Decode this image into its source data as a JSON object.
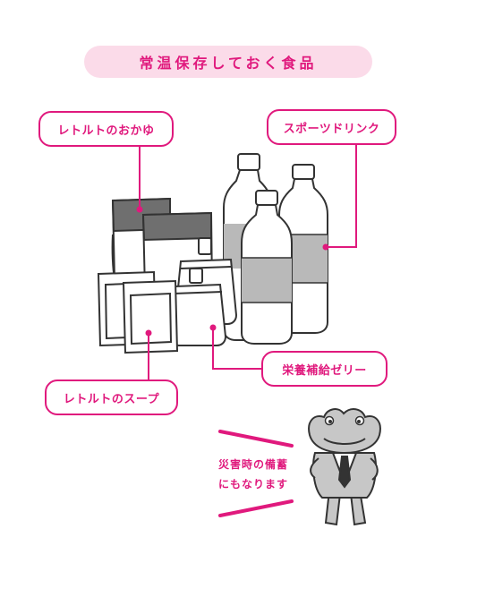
{
  "title": "常温保存しておく食品",
  "labels": {
    "porridge": "レトルトのおかゆ",
    "sports_drink": "スポーツドリンク",
    "soup": "レトルトのスープ",
    "jelly": "栄養補給ゼリー"
  },
  "note": {
    "line1": "災害時の備蓄",
    "line2": "にもなります"
  },
  "colors": {
    "accent": "#e0197d",
    "pill_bg": "#fbdbe9",
    "line": "#333333",
    "gray_band": "#b9b9b9",
    "dark_band": "#6f6f6f"
  }
}
